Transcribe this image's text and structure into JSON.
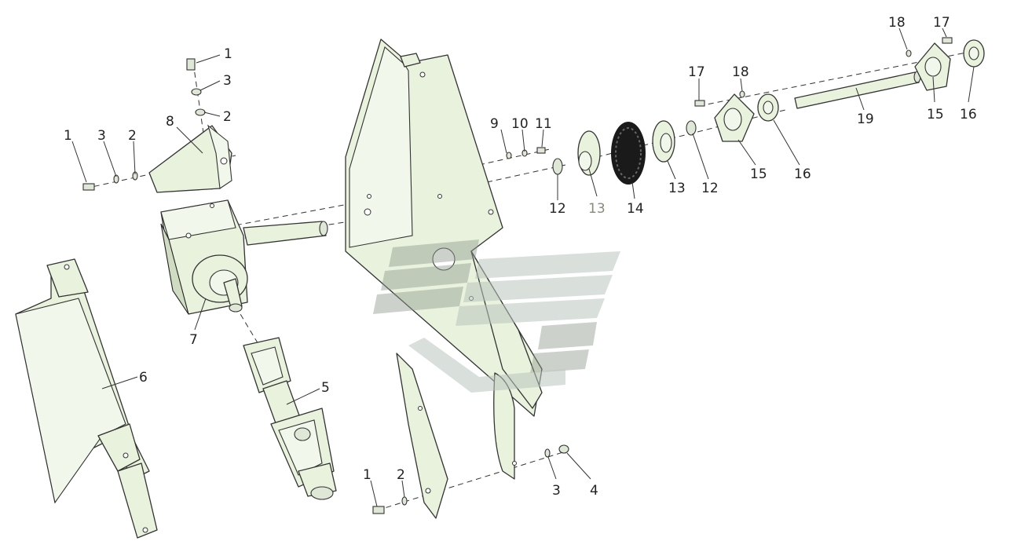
{
  "callouts": [
    {
      "id": "c-1a",
      "text": "1"
    },
    {
      "id": "c-3a",
      "text": "3"
    },
    {
      "id": "c-2a",
      "text": "2"
    },
    {
      "id": "c-8",
      "text": "8"
    },
    {
      "id": "c-1b",
      "text": "1"
    },
    {
      "id": "c-3b",
      "text": "3"
    },
    {
      "id": "c-2b",
      "text": "2"
    },
    {
      "id": "c-7",
      "text": "7"
    },
    {
      "id": "c-6",
      "text": "6"
    },
    {
      "id": "c-5",
      "text": "5"
    },
    {
      "id": "c-9",
      "text": "9"
    },
    {
      "id": "c-10",
      "text": "10"
    },
    {
      "id": "c-11",
      "text": "11"
    },
    {
      "id": "c-12a",
      "text": "12"
    },
    {
      "id": "c-13a",
      "text": "13"
    },
    {
      "id": "c-14",
      "text": "14"
    },
    {
      "id": "c-13b",
      "text": "13"
    },
    {
      "id": "c-12b",
      "text": "12"
    },
    {
      "id": "c-17a",
      "text": "17"
    },
    {
      "id": "c-18a",
      "text": "18"
    },
    {
      "id": "c-15a",
      "text": "15"
    },
    {
      "id": "c-16a",
      "text": "16"
    },
    {
      "id": "c-19",
      "text": "19"
    },
    {
      "id": "c-18b",
      "text": "18"
    },
    {
      "id": "c-17b",
      "text": "17"
    },
    {
      "id": "c-15b",
      "text": "15"
    },
    {
      "id": "c-16b",
      "text": "16"
    },
    {
      "id": "c-1c",
      "text": "1"
    },
    {
      "id": "c-2c",
      "text": "2"
    },
    {
      "id": "c-3c",
      "text": "3"
    },
    {
      "id": "c-4",
      "text": "4"
    }
  ],
  "colors": {
    "part_fill": "#e8f2dc",
    "outline": "#333333",
    "chain": "#1a1a1a",
    "watermark": "#8f9a8f"
  }
}
